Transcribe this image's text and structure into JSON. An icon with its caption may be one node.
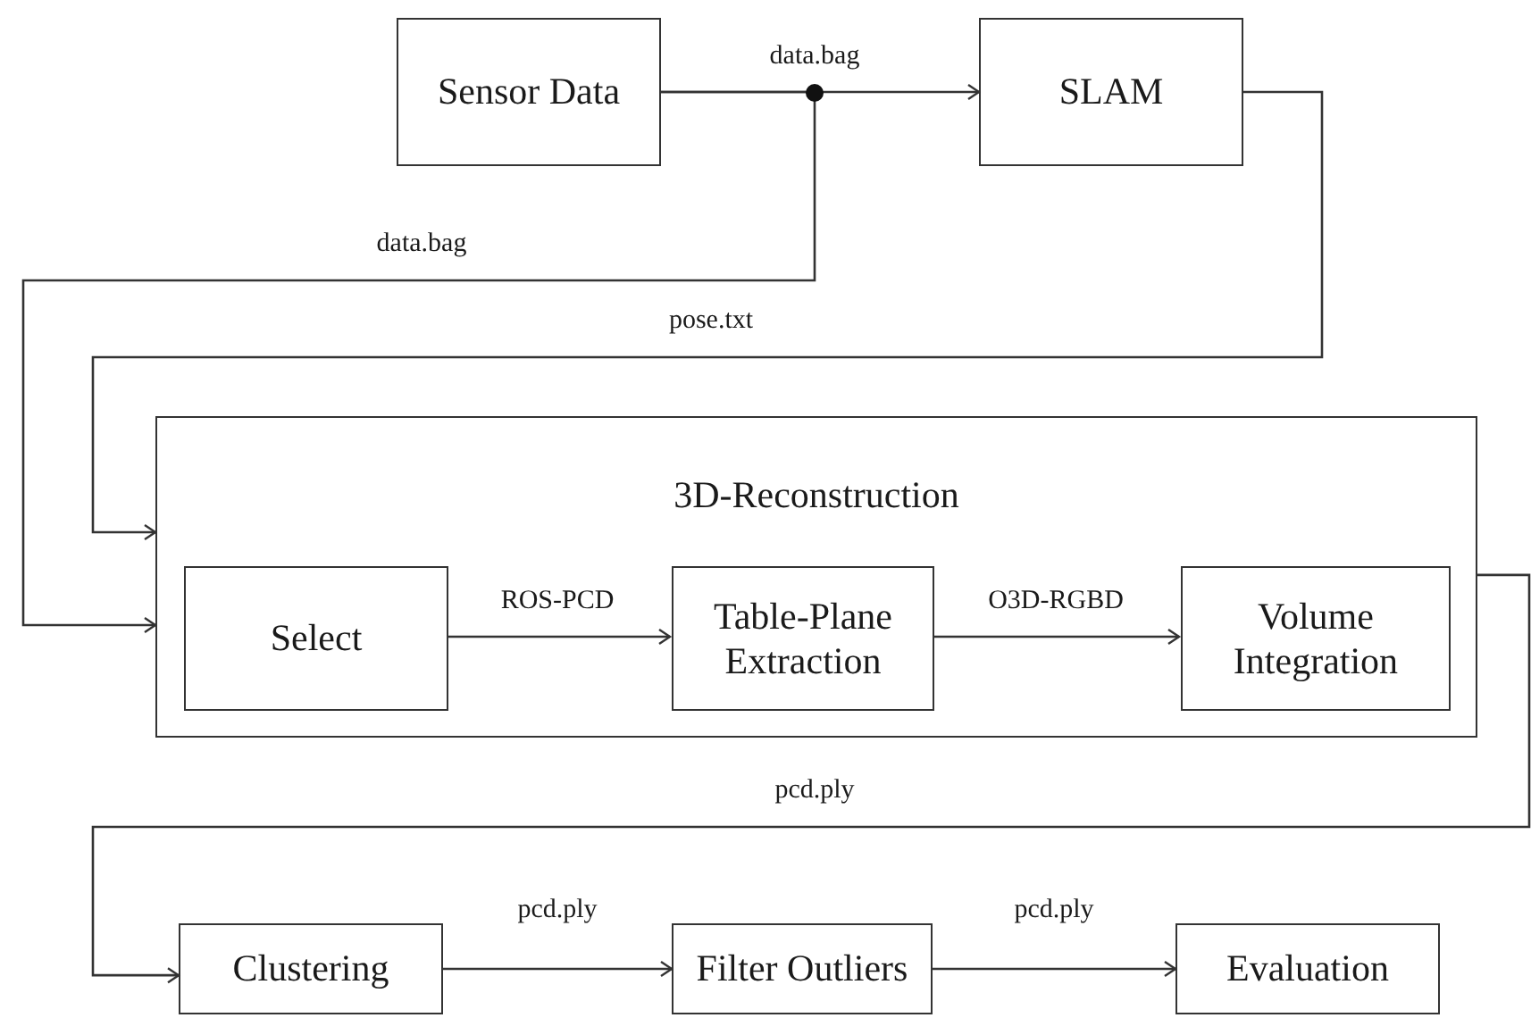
{
  "diagram": {
    "nodes": [
      {
        "text": [
          "Sensor Data"
        ]
      },
      {
        "text": [
          "SLAM"
        ]
      },
      {
        "text": [
          "3D-Reconstruction"
        ]
      },
      {
        "text": [
          "Select"
        ],
        "in": 2
      },
      {
        "text": [
          "Table-Plane Extraction"
        ],
        "in": 2
      },
      {
        "text": [
          "Volume Integration"
        ],
        "in": 2
      },
      {
        "text": [
          "Clustering"
        ]
      },
      {
        "text": [
          "Filter Outliers"
        ]
      },
      {
        "text": [
          "Evaluation"
        ]
      }
    ],
    "edges": [
      {
        "from": 0,
        "to": 1,
        "arrow": "to",
        "label": "data.bag"
      },
      {
        "from": 0,
        "to": 2,
        "arrow": "to",
        "label": "data.bag"
      },
      {
        "from": 1,
        "to": 2,
        "arrow": "to",
        "label": "pose.txt"
      },
      {
        "from": 3,
        "to": 4,
        "arrow": "to",
        "label": "ROS-PCD"
      },
      {
        "from": 4,
        "to": 5,
        "arrow": "to",
        "label": "O3D-RGBD"
      },
      {
        "from": 2,
        "to": 6,
        "arrow": "to",
        "label": "pcd.ply"
      },
      {
        "from": 6,
        "to": 7,
        "arrow": "to",
        "label": "pcd.ply"
      },
      {
        "from": 7,
        "to": 8,
        "arrow": "to",
        "label": "pcd.ply"
      }
    ]
  }
}
